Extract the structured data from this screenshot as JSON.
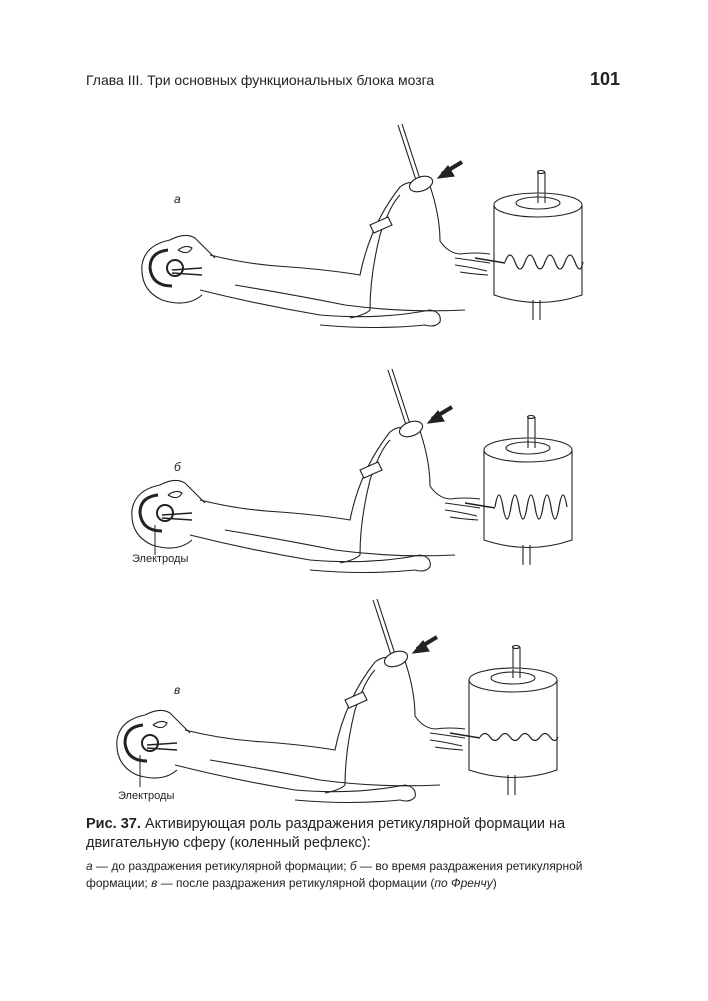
{
  "header": {
    "running_title": "Глава III. Три основных функциональных блока мозга",
    "page_number": "101"
  },
  "figure": {
    "panels": [
      {
        "label": "а"
      },
      {
        "label": "б",
        "electrode_label": "Электроды"
      },
      {
        "label": "в",
        "electrode_label": "Электроды"
      }
    ],
    "caption_number": "Рис. 37.",
    "caption_text": "Активирующая роль раздражения ретикулярной формации на двигательную сферу (коленный рефлекс):",
    "legend": {
      "a_key": "а",
      "a_text": " — до раздражения ретикулярной формации; ",
      "b_key": "б",
      "b_text": " — во время раздражения ретикулярной формации; ",
      "c_key": "в",
      "c_text": " — после раздражения ретикулярной формации (",
      "source": "по Френчу",
      "close": ")"
    }
  }
}
